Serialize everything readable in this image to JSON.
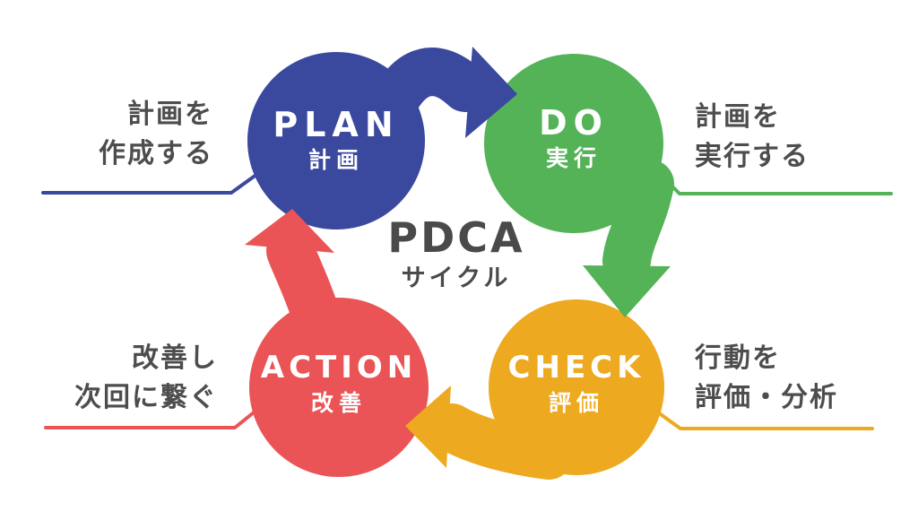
{
  "diagram": {
    "title": "PDCA",
    "subtitle": "サイクル",
    "title_color": "#4a4a4a",
    "note_text_color": "#4d4d4d",
    "cycle_order": [
      "plan",
      "do",
      "check",
      "action"
    ]
  },
  "nodes": {
    "plan": {
      "label": "PLAN",
      "sublabel": "計画",
      "color": "#3a489e",
      "note": {
        "line1": "計画を",
        "line2": "作成する"
      }
    },
    "do": {
      "label": "DO",
      "sublabel": "実行",
      "color": "#54b257",
      "note": {
        "line1": "計画を",
        "line2": "実行する"
      }
    },
    "check": {
      "label": "CHECK",
      "sublabel": "評価",
      "color": "#eda920",
      "note": {
        "line1": "行動を",
        "line2": "評価・分析"
      }
    },
    "action": {
      "label": "ACTION",
      "sublabel": "改善",
      "color": "#ea5456",
      "note": {
        "line1": "改善し",
        "line2": "次回に繋ぐ"
      }
    }
  }
}
